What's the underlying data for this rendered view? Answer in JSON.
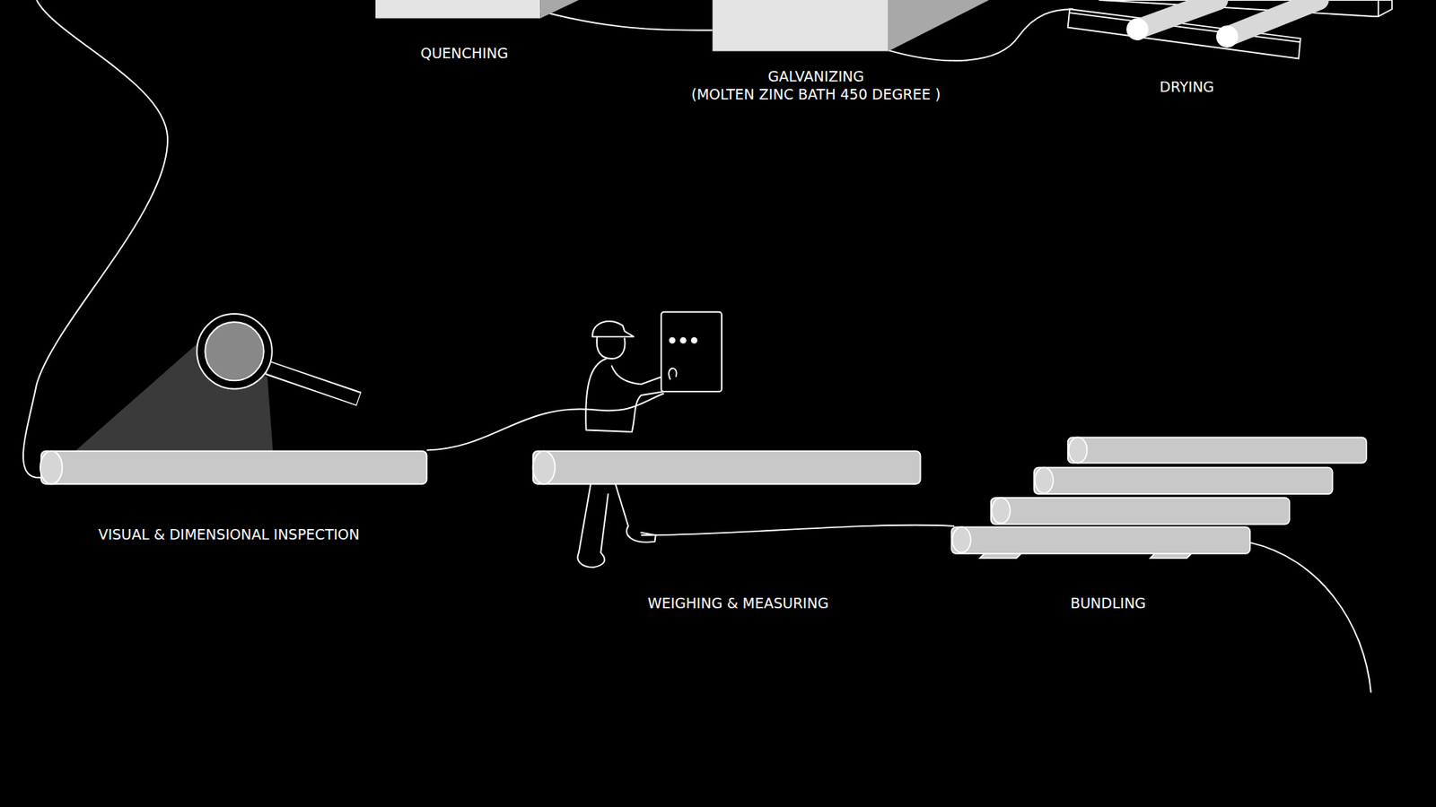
{
  "diagram": {
    "labels": [
      "QUENCHING",
      "GALVANIZING",
      "(MOLTEN ZINC BATH 450 DEGREE )",
      "DRYING",
      "VISUAL & DIMENSIONAL INSPECTION",
      "WEIGHING & MEASURING",
      "BUNDLING"
    ]
  }
}
